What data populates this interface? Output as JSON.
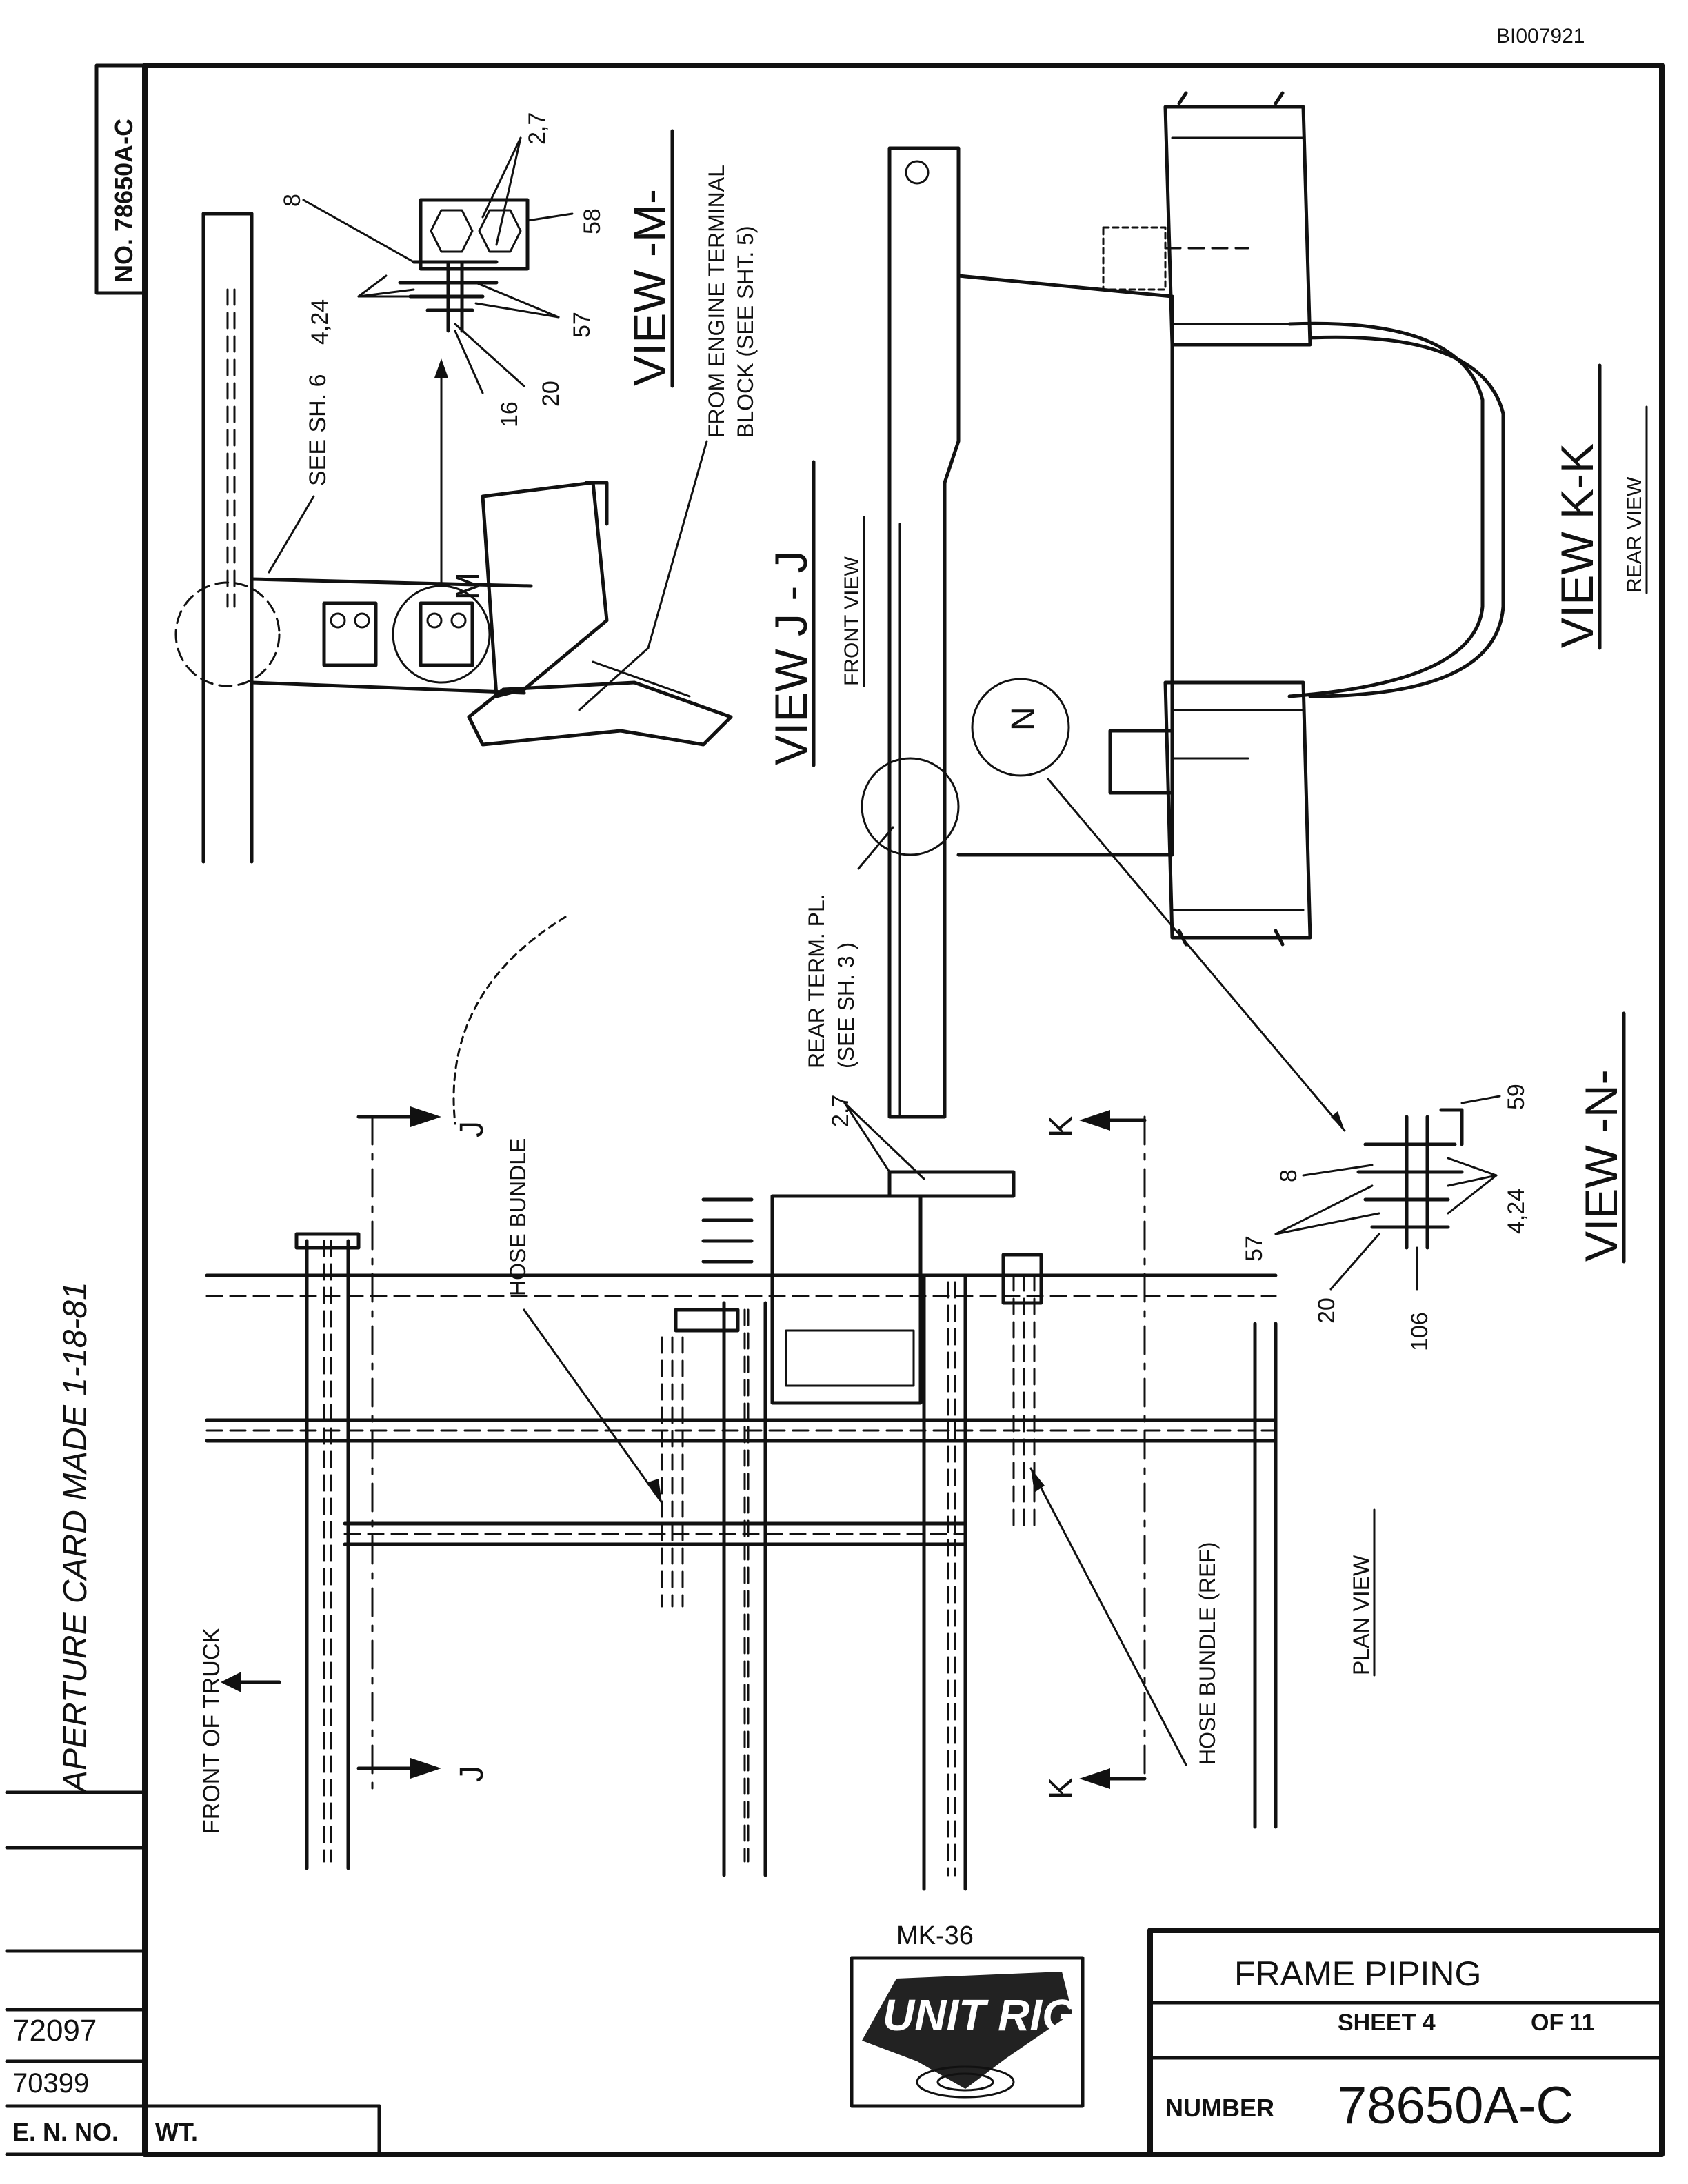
{
  "document_id": "BI007921",
  "drawing_no_side": "NO. 78650A-C",
  "handwritten_note": "APERTURE CARD MADE 1-18-81",
  "title_block": {
    "model": "MK-36",
    "logo_text": "UNIT RIG",
    "title": "FRAME PIPING",
    "sheet_label": "SHEET 4",
    "of_label": "OF 11",
    "number_label": "NUMBER",
    "number_value": "78650A-C",
    "en_no_label": "E. N. NO.",
    "wt_label": "WT.",
    "revisions": [
      "72097",
      "70399"
    ]
  },
  "views": {
    "view_m": "VIEW -M-",
    "view_j": "VIEW J - J",
    "view_j_sub": "FRONT VIEW",
    "view_k": "VIEW K-K",
    "view_k_sub": "REAR VIEW",
    "view_n": "VIEW -N-",
    "plan_view": "PLAN VIEW"
  },
  "labels": {
    "see_sh6": "SEE SH. 6",
    "from_engine_1": "FROM ENGINE TERMINAL",
    "from_engine_2": "BLOCK (SEE SHT. 5)",
    "rear_term_1": "REAR TERM. PL.",
    "rear_term_2": "(SEE SH. 3 )",
    "hose_bundle": "HOSE BUNDLE",
    "hose_bundle_ref": "HOSE BUNDLE (REF)",
    "front_of_truck": "FRONT OF TRUCK",
    "m_marker": "M",
    "n_marker": "N",
    "j_marker": "J",
    "k_marker": "K"
  },
  "callouts": {
    "m_2_7": "2,7",
    "m_8": "8",
    "m_58": "58",
    "m_4_24": "4,24",
    "m_57": "57",
    "m_20": "20",
    "m_16": "16",
    "n_59": "59",
    "n_8": "8",
    "n_4_24": "4,24",
    "n_57": "57",
    "n_20": "20",
    "n_106": "106",
    "plan_2_7": "2,7"
  }
}
